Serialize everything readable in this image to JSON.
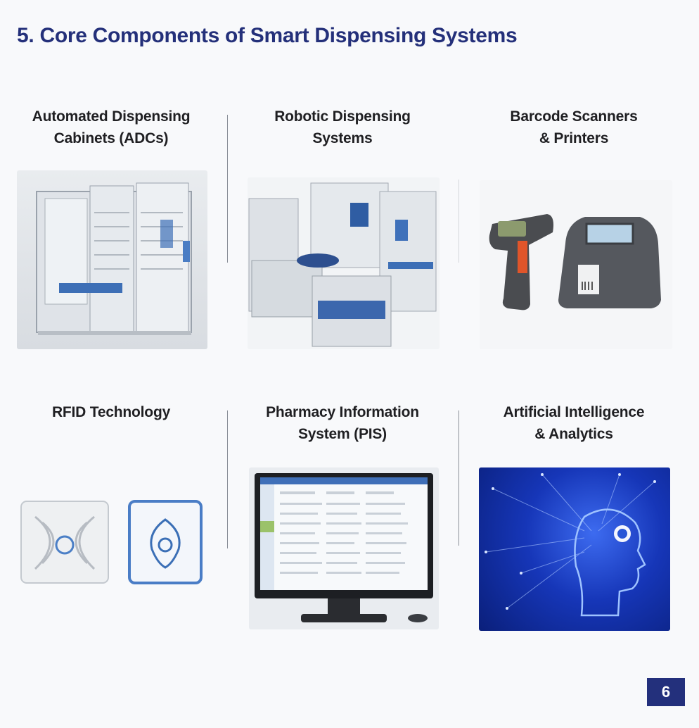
{
  "slide": {
    "title": "5. Core Components of Smart Dispensing Systems",
    "page_number": "6"
  },
  "components": [
    {
      "label_line1": "Automated Dispensing",
      "label_line2": "Cabinets (ADCs)",
      "image": "automated-dispensing-cabinet-photo"
    },
    {
      "label_line1": "Robotic Dispensing",
      "label_line2": "Systems",
      "image": "robotic-dispensing-system-photo"
    },
    {
      "label_line1": "Barcode Scanners",
      "label_line2": "& Printers",
      "image": "barcode-scanner-printer-photo"
    },
    {
      "label_line1": "RFID Technology",
      "label_line2": "",
      "image": "rfid-tags-illustration"
    },
    {
      "label_line1": "Pharmacy Information",
      "label_line2": "System (PIS)",
      "image": "pis-monitor-photo"
    },
    {
      "label_line1": "Artificial Intelligence",
      "label_line2": "& Analytics",
      "image": "ai-head-illustration"
    }
  ],
  "colors": {
    "title": "#24307a",
    "page_badge": "#23307c",
    "ai_background": "#0c2a9e"
  }
}
